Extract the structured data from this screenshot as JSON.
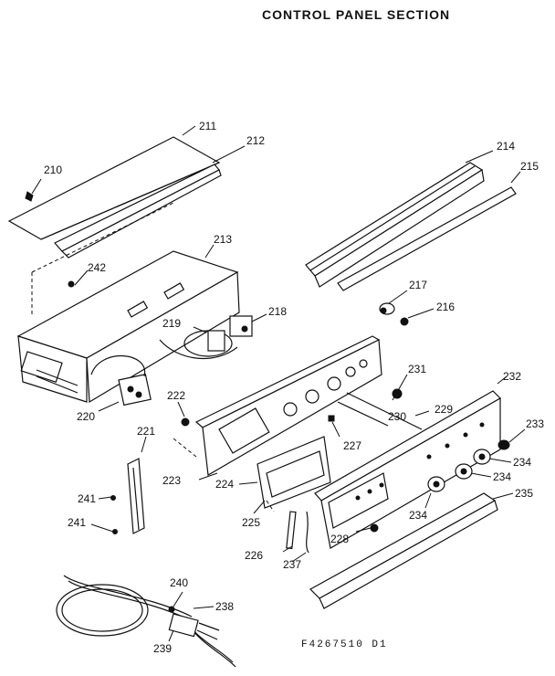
{
  "title": "CONTROL PANEL SECTION",
  "footer_code": "F4267510 D1",
  "labels": {
    "p210": "210",
    "p211": "211",
    "p212": "212",
    "p213": "213",
    "p214": "214",
    "p215": "215",
    "p216": "216",
    "p217": "217",
    "p218": "218",
    "p219": "219",
    "p220": "220",
    "p221": "221",
    "p222": "222",
    "p223": "223",
    "p224": "224",
    "p225": "225",
    "p226": "226",
    "p227": "227",
    "p228": "228",
    "p229": "229",
    "p230": "230",
    "p231": "231",
    "p232": "232",
    "p233": "233",
    "p234a": "234",
    "p234b": "234",
    "p234c": "234",
    "p235": "235",
    "p237": "237",
    "p238": "238",
    "p239": "239",
    "p240": "240",
    "p241a": "241",
    "p241b": "241",
    "p242": "242"
  }
}
